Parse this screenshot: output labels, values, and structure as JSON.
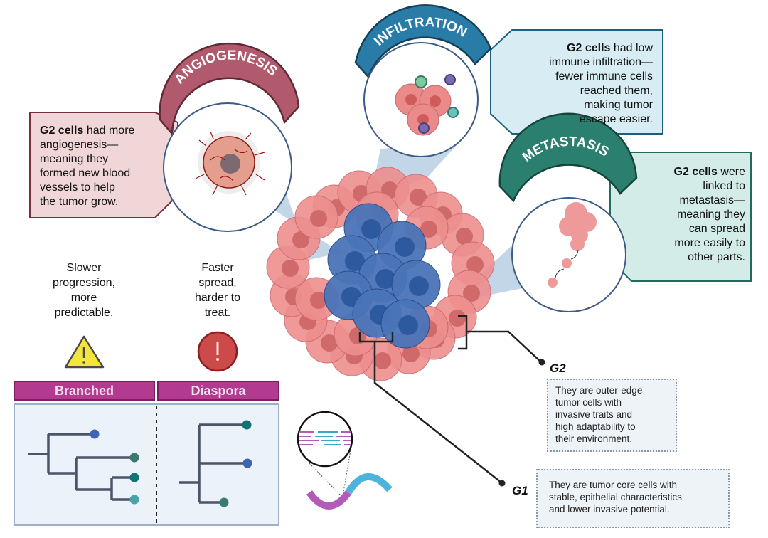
{
  "callouts": {
    "angiogenesis": {
      "banner": "ANGIOGENESIS",
      "bold": "G2 cells",
      "lines": [
        " had more",
        "angiogenesis—",
        "meaning they",
        "formed new blood",
        "vessels to help",
        "the tumor grow."
      ],
      "color": "#b15a6e",
      "box_fill": "#f0d6d6"
    },
    "infiltration": {
      "banner": "INFILTRATION",
      "bold": "G2 cells",
      "lines": [
        " had low",
        "immune infiltration—",
        "fewer immune cells",
        "reached them,",
        "making tumor",
        "escape easier."
      ],
      "color": "#2a7ca8",
      "box_fill": "#d8ecf4"
    },
    "metastasis": {
      "banner": "METASTASIS",
      "bold": "G2 cells",
      "lines": [
        " were",
        "linked to",
        "metastasis—",
        "meaning they",
        "can spread",
        "more easily to",
        "other parts."
      ],
      "color": "#2b7f6e",
      "box_fill": "#d4ece8"
    }
  },
  "evolution": {
    "branched": {
      "label": "Branched",
      "note": [
        "Slower",
        "progression,",
        "more",
        "predictable."
      ],
      "icon": "warning-triangle-icon"
    },
    "diaspora": {
      "label": "Diaspora",
      "note": [
        "Faster",
        "spread,",
        "harder to",
        "treat."
      ],
      "icon": "alert-circle-icon"
    },
    "tag_color": "#b23a8f"
  },
  "groups": {
    "g2": {
      "label": "G2",
      "lines": [
        "They are outer-edge",
        "tumor cells with",
        "invasive traits and",
        "high adaptability to",
        "their environment."
      ]
    },
    "g1": {
      "label": "G1",
      "lines": [
        "They are tumor core cells with",
        "stable, epithelial characteristics",
        "and lower invasive potential."
      ]
    }
  },
  "colors": {
    "outer_cells": "#ee8f8f",
    "core_cells": "#4a74b8",
    "tree_line": "#4a5568"
  }
}
